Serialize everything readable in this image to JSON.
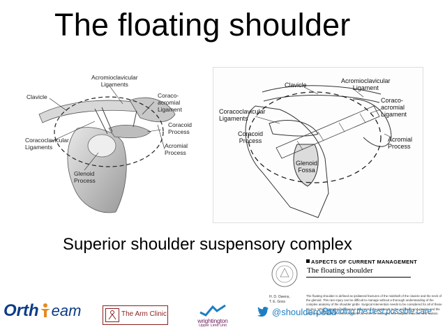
{
  "slide": {
    "title": "The floating shoulder",
    "subtitle": "Superior shoulder suspensory complex"
  },
  "left_figure": {
    "labels": {
      "acromioclavicular": "Acromioclavicular\nLigaments",
      "clavicle": "Clavicle",
      "coracoacromial": "Coraco-\nacromial\nLigament",
      "coracoid": "Coracoid\nProcess",
      "acromial": "Acromial\nProcess",
      "coracoclavicular": "Coracoclavicular\nLigaments",
      "glenoid": "Glenoid\nProcess"
    }
  },
  "right_figure": {
    "labels": {
      "clavicle": "Clavicle",
      "acromioclavicular": "Acromioclavicular\nLigament",
      "coracoacromial": "Coraco-\nacromial\nLigament",
      "coracoclavicular": "Coracoclavicular\nLigaments",
      "coracoid": "Coracoid\nProcess",
      "acromial": "Acromial\nProcess",
      "glenoid": "Glenoid\nFossa"
    }
  },
  "paper": {
    "section": "ASPECTS OF CURRENT MANAGEMENT",
    "title": "The floating shoulder",
    "authors": "H. D. Owens,\nT. E. Goss",
    "abstract": "The floating shoulder is defined as ipsilateral fractures of the midshaft of the clavicle and the neck of the glenoid. This rare injury can be difficult to manage without a thorough understanding of the complex anatomy of the shoulder girdle. Surgical intervention needs to be considered for all of these injuries. When operative treatment is necessary, the approach to the acromion and clavicle and the necessity of fixation are discussed and can often be managed with surgical reduction and fixation."
  },
  "footer": {
    "ortho_left": "Orth",
    "ortho_right": "team",
    "arm_clinic": "The Arm Clinic",
    "wrightington": "wrightington",
    "wrightington_sub": "Upper Limb Unit",
    "twitter_handle": "@shoulderpodd",
    "tagline": "Providing the best possible care"
  },
  "colors": {
    "ortho_blue": "#0c3c88",
    "ortho_orange": "#e58a1f",
    "arm_red": "#8a1f1f",
    "twitter_blue": "#1d7ec2",
    "wrightington_purple": "#6a1a5a"
  }
}
